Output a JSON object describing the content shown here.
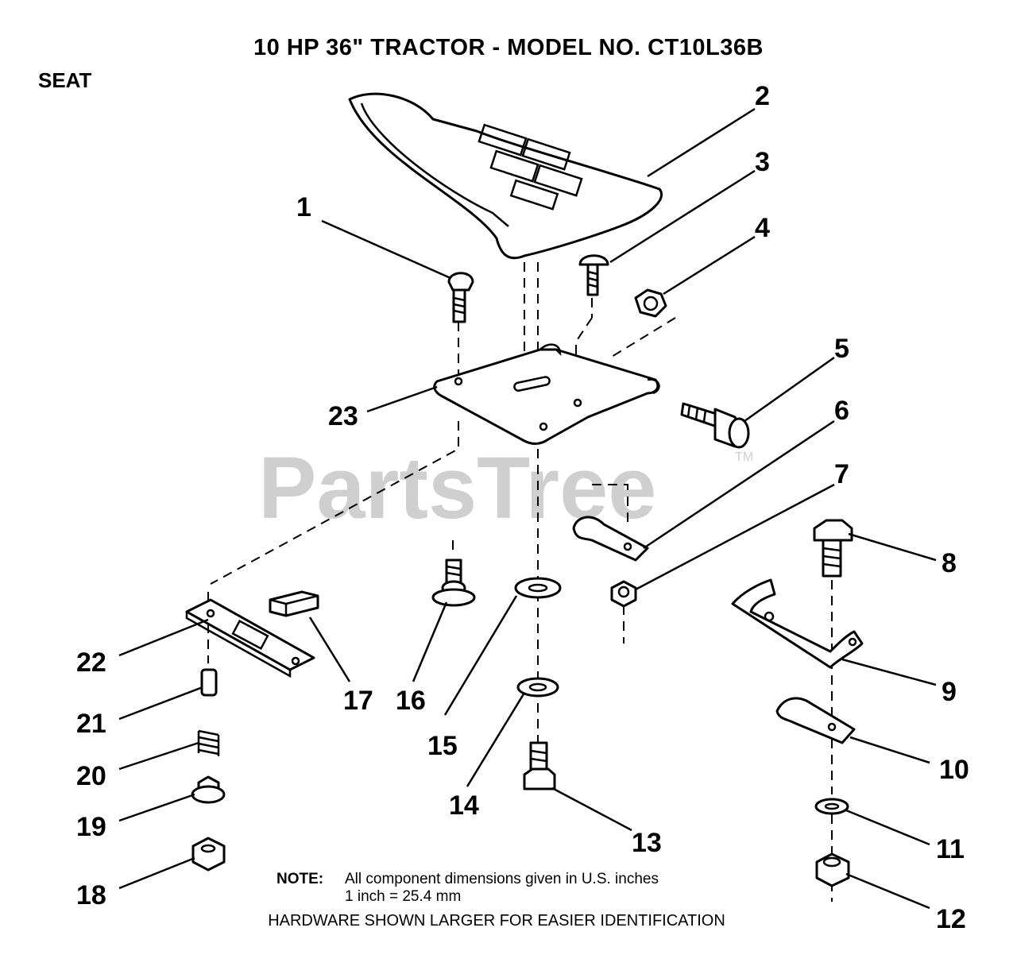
{
  "header": {
    "title": "10 HP 36\" TRACTOR - MODEL NO. CT10L36B",
    "section": "SEAT"
  },
  "watermark": {
    "text": "PartsTree",
    "trademark": "TM"
  },
  "callouts": [
    "1",
    "2",
    "3",
    "4",
    "5",
    "6",
    "7",
    "8",
    "9",
    "10",
    "11",
    "12",
    "13",
    "14",
    "15",
    "16",
    "17",
    "18",
    "19",
    "20",
    "21",
    "22",
    "23"
  ],
  "note": {
    "label": "NOTE:",
    "line1": "All component dimensions given in U.S. inches",
    "line2": "1 inch = 25.4 mm"
  },
  "footer": {
    "hardware": "HARDWARE SHOWN LARGER FOR EASIER IDENTIFICATION"
  }
}
